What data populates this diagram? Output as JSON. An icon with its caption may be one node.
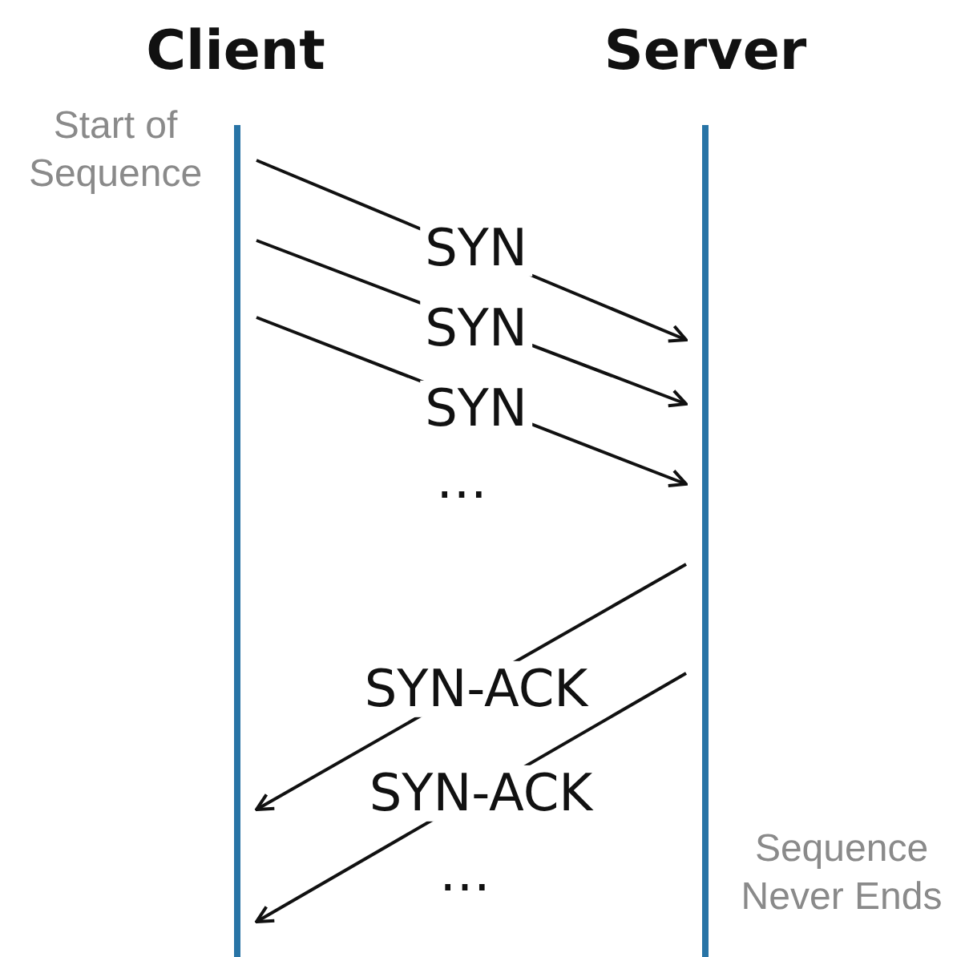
{
  "diagram": {
    "nodes": [
      {
        "text": [
          "Client"
        ],
        "beside": [
          "Start of Sequence"
        ]
      },
      {
        "text": [
          "Server"
        ],
        "beside": [
          "Sequence Never Ends"
        ]
      }
    ],
    "edges": [
      {
        "from": 0,
        "to": 1,
        "arrow": "to",
        "label": "SYN"
      },
      {
        "from": 0,
        "to": 1,
        "arrow": "to",
        "label": "SYN"
      },
      {
        "from": 0,
        "to": 1,
        "arrow": "to",
        "label": "SYN"
      },
      {
        "from": 1,
        "to": 0,
        "arrow": "to",
        "label": "SYN-ACK"
      },
      {
        "from": 1,
        "to": 0,
        "arrow": "to",
        "label": "SYN-ACK"
      }
    ],
    "labels": [
      "…",
      "…"
    ]
  }
}
